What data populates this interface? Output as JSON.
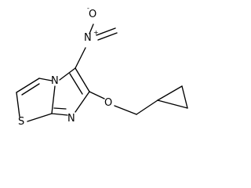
{
  "atoms": {
    "sulfur": "S",
    "bridge_nitrogen": "N",
    "imine_nitrogen": "N",
    "nitro_nitrogen": "N",
    "nitro_oxygen_top": "O",
    "ether_oxygen": "O"
  },
  "charges": {
    "nitro_oxygen_negative": "-",
    "nitro_nitrogen_positive": "+"
  },
  "colors": {
    "bond": "#000000",
    "background": "#ffffff"
  }
}
